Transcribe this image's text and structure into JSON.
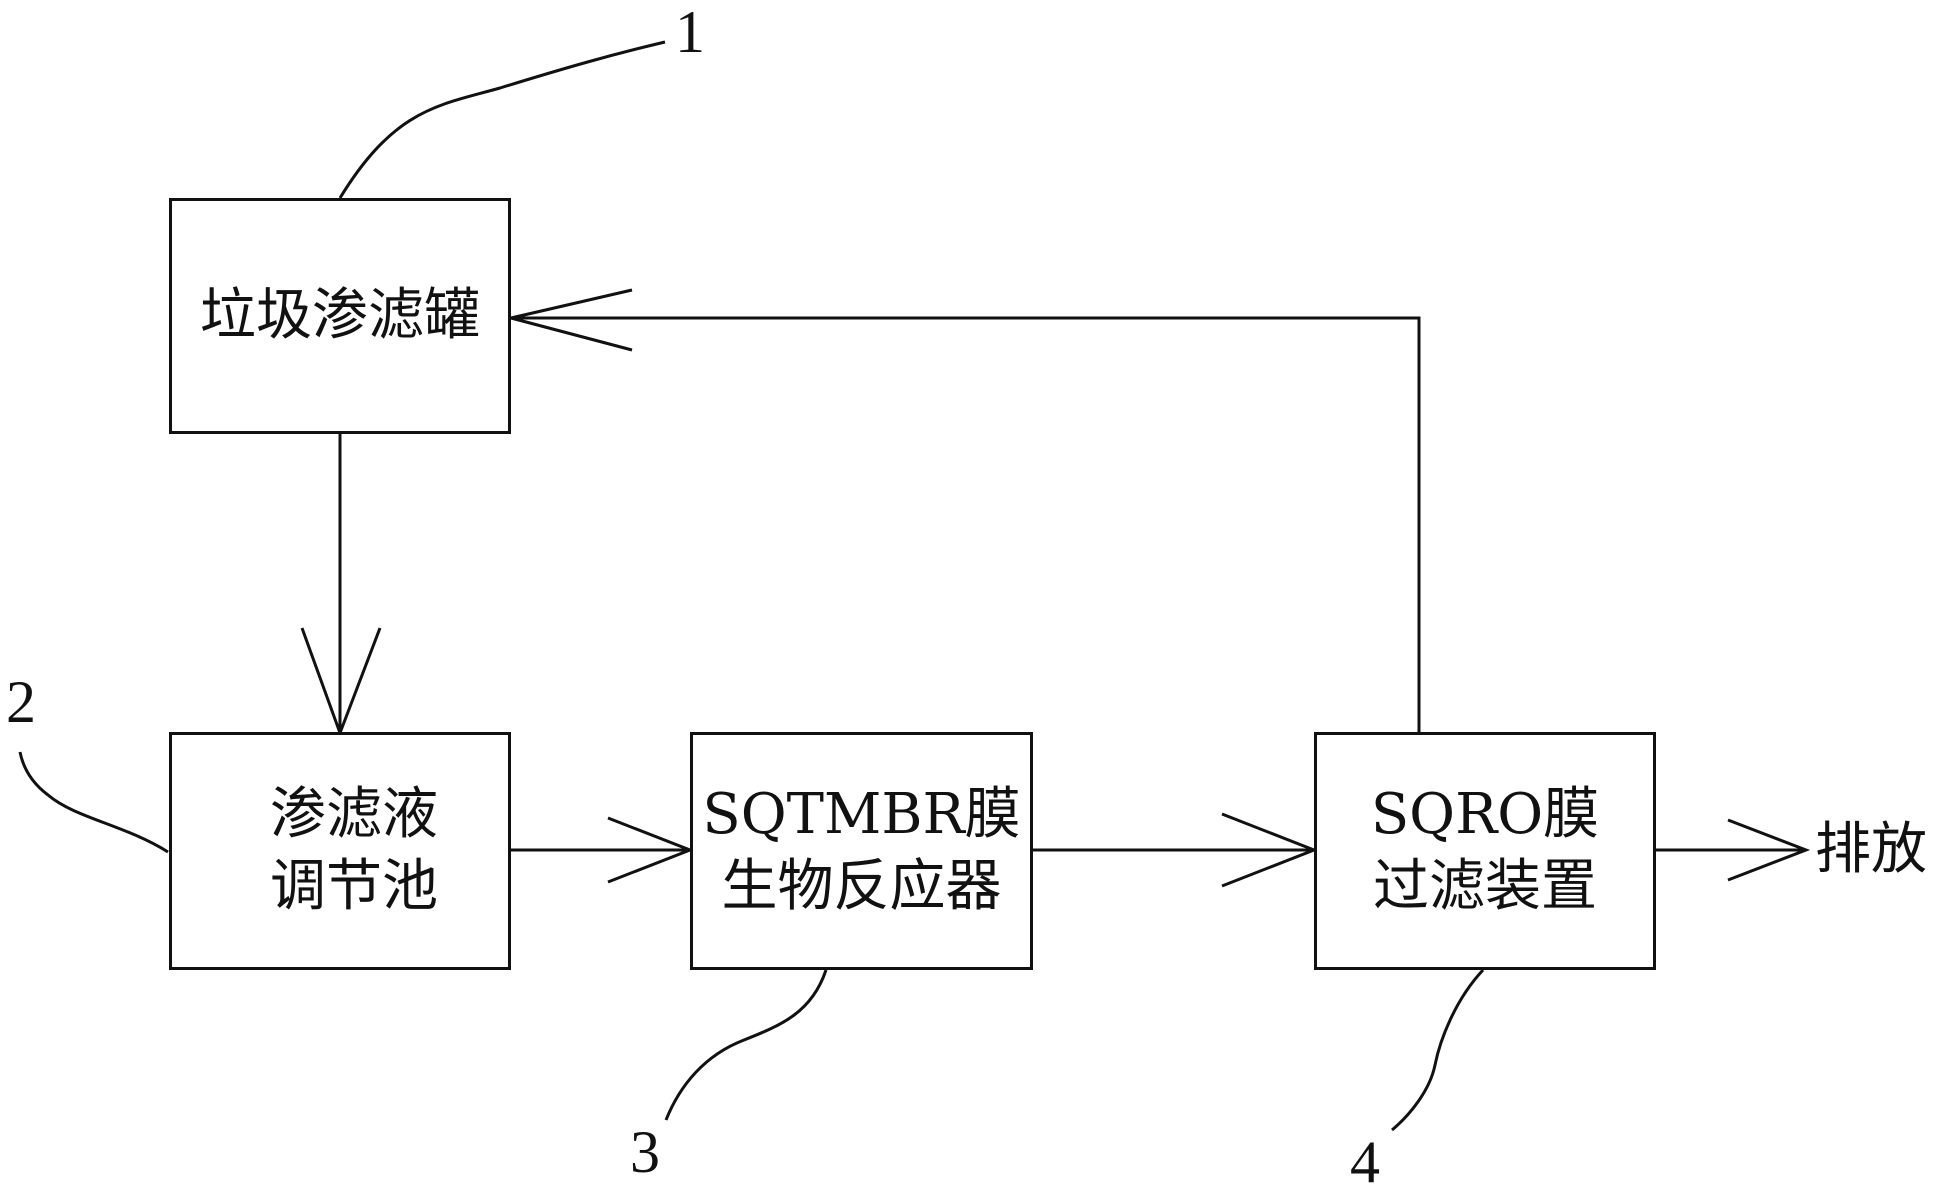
{
  "diagram": {
    "nodes": [
      {
        "id": "garbage_tank",
        "lines": [
          "垃圾渗滤罐"
        ],
        "callout": "1"
      },
      {
        "id": "regulating_pool",
        "lines": [
          "渗滤液",
          "调节池"
        ],
        "callout": "2"
      },
      {
        "id": "sqtmbr_reactor",
        "lines": [
          "SQTMBR膜",
          "生物反应器"
        ],
        "callout": "3"
      },
      {
        "id": "sqro_filter",
        "lines": [
          "SQRO膜",
          "过滤装置"
        ],
        "callout": "4"
      }
    ],
    "outlet_label": "排放",
    "edges": [
      {
        "from": "garbage_tank",
        "to": "regulating_pool"
      },
      {
        "from": "regulating_pool",
        "to": "sqtmbr_reactor"
      },
      {
        "from": "sqtmbr_reactor",
        "to": "sqro_filter"
      },
      {
        "from": "sqro_filter",
        "to": "outlet"
      },
      {
        "from": "sqro_filter",
        "to": "garbage_tank"
      }
    ],
    "stroke_color": "#111111"
  }
}
